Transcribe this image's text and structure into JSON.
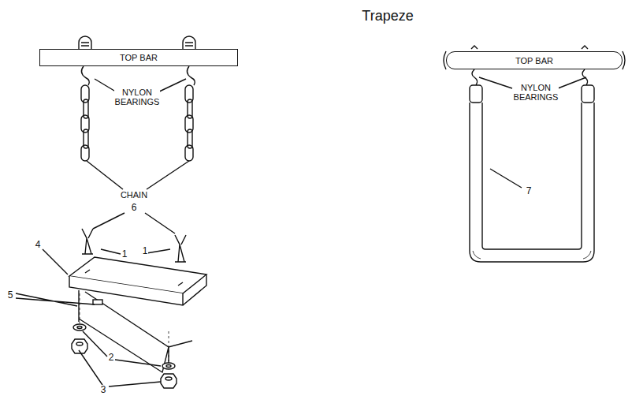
{
  "diagram": {
    "title": "Trapeze",
    "nodes": [
      {
        "text": [
          "TOP BAR"
        ]
      },
      {
        "text": [
          "TOP BAR"
        ]
      }
    ],
    "labels": [
      "NYLON BEARINGS",
      "CHAIN",
      "6",
      "4",
      "1",
      "1",
      "5",
      "2",
      "3",
      "NYLON BEARINGS",
      "7"
    ]
  }
}
